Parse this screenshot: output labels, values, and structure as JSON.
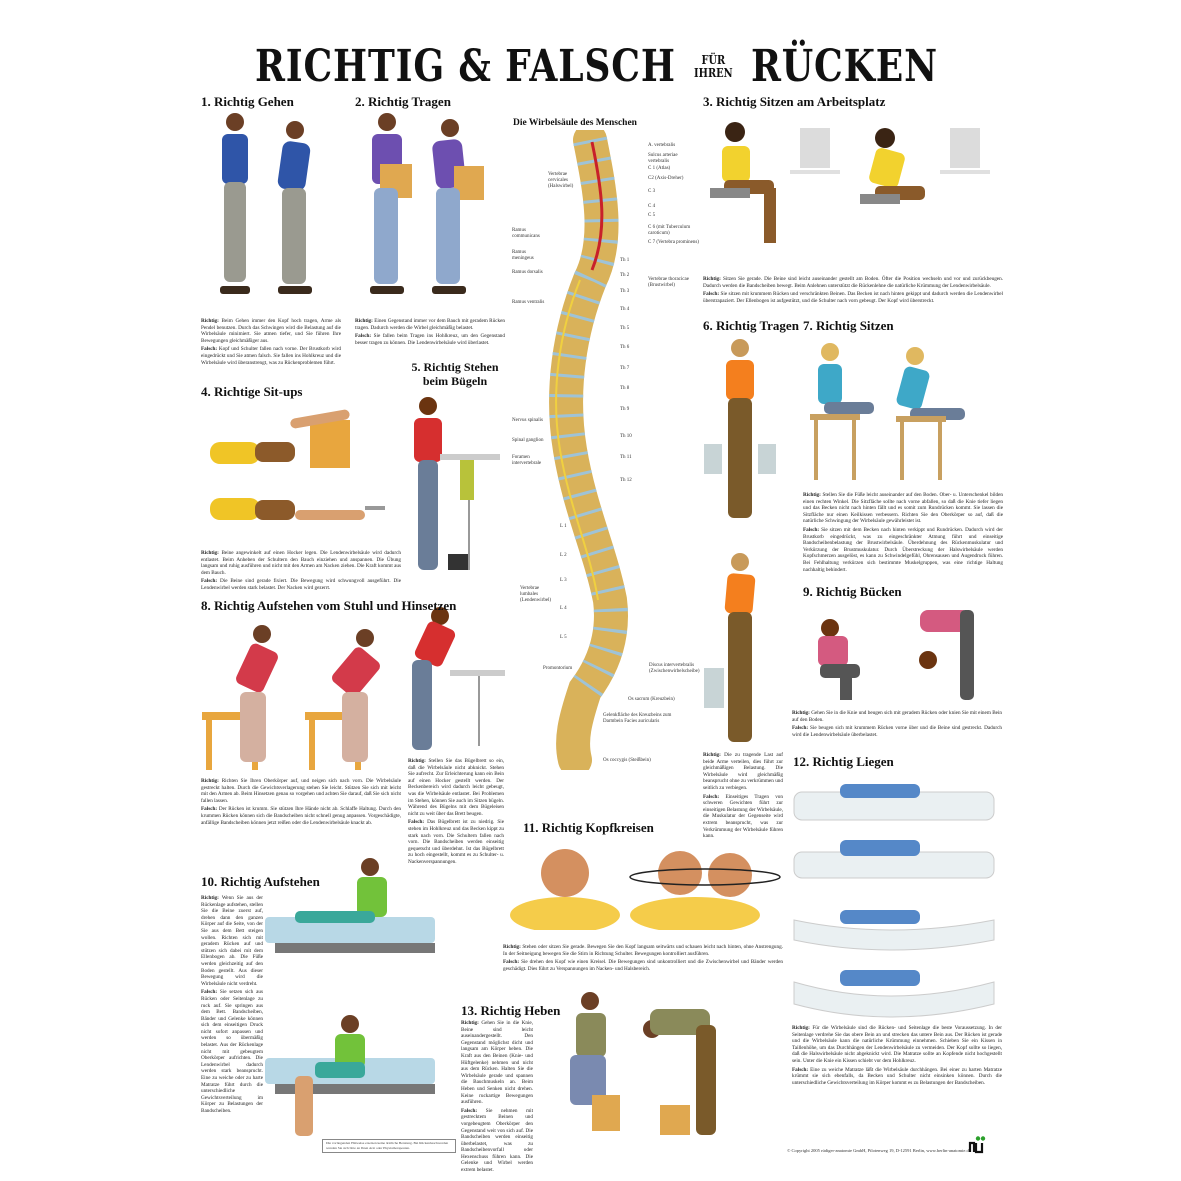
{
  "poster": {
    "title_left": "RICHTIG & FALSCH",
    "title_small_top": "FÜR",
    "title_small_bottom": "IHREN",
    "title_right": "RÜCKEN",
    "background_color": "#ffffff",
    "accent_colors": {
      "bone": "#d9b25a",
      "disc": "#9fc3d6",
      "nerve": "#f0d040",
      "artery": "#c8202a"
    }
  },
  "sections": [
    {
      "id": "1",
      "heading": "1. Richtig Gehen",
      "richtig_label": "Richtig:",
      "richtig": "Beim Gehen immer den Kopf hoch tragen, Arme als Pendel benutzen. Durch das Schwingen wird die Belastung auf die Wirbelsäule minimiert. Sie atmen tiefer, und Sie führen Ihre Bewegungen gleichmäßiger aus.",
      "falsch_label": "Falsch:",
      "falsch": "Kopf und Schulter fallen nach vorne. Der Brustkorb wird eingedrückt und Sie atmen falsch. Sie fallen ins Hohlkreuz und die Wirbelsäule wird überanstrengt, was zu Rückenproblemen führt."
    },
    {
      "id": "2",
      "heading": "2. Richtig Tragen",
      "richtig_label": "Richtig:",
      "richtig": "Einen Gegenstand immer vor dem Bauch mit geradem Rücken tragen. Dadurch werden die Wirbel gleichmäßig belastet.",
      "falsch_label": "Falsch:",
      "falsch": "Sie fallen beim Tragen ins Hohlkreuz, um den Gegenstand besser tragen zu können. Die Lendenwirbelsäule wird überlastet."
    },
    {
      "id": "3",
      "heading": "3. Richtig Sitzen am Arbeitsplatz",
      "richtig_label": "Richtig:",
      "richtig": "Sitzen Sie gerade. Die Beine sind leicht auseinander gestellt am Boden. Öfter die Position wechseln und vor und zurückbeugen. Dadurch werden die Bandscheiben bewegt. Beim Anlehnen unterstützt die Rückenlehne die natürliche Krümmung der Lendenwirbelsäule.",
      "falsch_label": "Falsch:",
      "falsch": "Sie sitzen mit krummem Rücken und verschränkten Beinen. Das Becken ist nach hinten gekippt und dadurch werden die Lendenwirbel überstrapaziert. Der Ellenbogen ist aufgestützt, und die Schulter nach vorn gebeugt. Der Kopf wird überstreckt."
    },
    {
      "id": "4",
      "heading": "4. Richtige Sit-ups",
      "richtig_label": "Richtig:",
      "richtig": "Beine angewinkelt auf einen Hocker legen. Die Lendenwirbelsäule wird dadurch entlastet. Beim Anheben der Schultern den Bauch einziehen und anspannen. Die Übung langsam und ruhig ausführen und nicht mit den Armen am Nacken ziehen. Die Kraft kommt aus dem Bauch.",
      "falsch_label": "Falsch:",
      "falsch": "Die Beine sind gerade fixiert. Die Bewegung wird schwungvoll ausgeführt. Die Lendenwirbel werden stark belastet. Der Nacken wird gezerrt."
    },
    {
      "id": "5",
      "heading": "5. Richtig Stehen beim Bügeln",
      "richtig_label": "Richtig:",
      "richtig": "Stellen Sie das Bügelbrett so ein, daß die Wirbelsäule nicht abknickt. Stehen Sie aufrecht. Zur Erleichterung kann ein Bein auf einen Hocker gestellt werden. Der Beckenbereich wird dadurch leicht gebeugt, was die Wirbelsäule entlastet. Bei Problemen im Stehen, können Sie auch im Sitzen bügeln. Während des Bügelns mit dem Bügeleisen nicht zu weit über das Brett beugen.",
      "falsch_label": "Falsch:",
      "falsch": "Das Bügelbrett ist zu niedrig. Sie stehen im Hohlkreuz und das Becken kippt zu stark nach vorn. Die Schultern fallen nach vorn. Die Bandscheiben werden einseitig gequetscht und überdehnt. Ist das Bügelbrett zu hoch eingestellt, kommt es zu Schulter- u. Nackenverspannungen."
    },
    {
      "id": "6",
      "heading": "6. Richtig Tragen",
      "richtig_label": "Richtig:",
      "richtig": "Die zu tragende Last auf beide Arme verteilen, dies führt zur gleichmäßigen Belastung. Die Wirbelsäule wird gleichmäßig beansprucht ohne zu verkrümmen und seitlich zu verbiegen.",
      "falsch_label": "Falsch:",
      "falsch": "Einseitiges Tragen von schweren Gewichten führt zur einseitigen Belastung der Wirbelsäule, die Muskulatur der Gegenseite wird extrem beansprucht, was zur Verkrümmung der Wirbelsäule führen kann."
    },
    {
      "id": "7",
      "heading": "7. Richtig Sitzen",
      "richtig_label": "Richtig:",
      "richtig": "Stellen Sie die Füße leicht auseinander auf den Boden. Ober- u. Unterschenkel bilden einen rechten Winkel. Die Sitzfläche sollte nach vorne abfallen, so daß die Knie tiefer liegen und das Becken nicht nach hinten fällt und es somit zum Rundrücken kommt. Sie lassen die Sitzfläche nur einen Keilkissen verbessern. Richten Sie den Oberkörper so auf, daß die natürliche Schwingung der Wirbelsäule gewährleistet ist.",
      "falsch_label": "Falsch:",
      "falsch": "Sie sitzen mit dem Becken nach hinten verkippt und Rundrücken. Dadurch wird der Brustkorb eingedrückt, was zu eingeschränkter Atmung führt und einseitige Bandscheibenbelastung der Brustwirbelsäule. Überdehnung des Rückenmuskulatur und Verkürzung der Brustmuskulatur. Durch Überstreckung der Halswirbelsäule werden Kopfschmerzen ausgelöst, es kann zu Schwindelgefühl, Ohrensausen und Augendruck führen. Bei Fehlhaltung verkürzen sich bestimmte Muskelgruppen, was eine richtige Haltung nachhaltig behindert."
    },
    {
      "id": "8",
      "heading": "8. Richtig Aufstehen vom Stuhl und Hinsetzen",
      "richtig_label": "Richtig:",
      "richtig": "Richten Sie Ihren Oberkörper auf, und neigen sich nach vorn. Die Wirbelsäule gestreckt halten. Durch die Gewichtsverlagerung stehen Sie leicht. Stützen Sie sich mit leicht mit den Armen ab. Beim Hinsetzen genau so vorgehen und achten Sie darauf, daß Sie sich nicht fallen lassen.",
      "falsch_label": "Falsch:",
      "falsch": "Der Rücken ist krumm. Sie stützen Ihre Hände nicht ab. Schlaffe Haltung. Durch den krummen Rücken können sich die Bandscheiben nicht schnell genug anpassen. Vorgeschädigte, anfällige Bandscheiben können jetzt reißen oder die Lendenwirbelsäule knackt ab."
    },
    {
      "id": "9",
      "heading": "9. Richtig Bücken",
      "richtig_label": "Richtig:",
      "richtig": "Gehen Sie in die Knie und beugen sich mit geradem Rücken oder knien Sie mit einem Bein auf den Boden.",
      "falsch_label": "Falsch:",
      "falsch": "Sie beugen sich mit krummem Rücken vorne über und die Beine sind gestreckt. Dadurch wird die Lendenwirbelsäule überbelastet."
    },
    {
      "id": "10",
      "heading": "10. Richtig Aufstehen",
      "richtig_label": "Richtig:",
      "richtig": "Wenn Sie aus der Rückenlage aufstehen, stellen Sie die Beine zuerst auf, drehen dann den ganzen Körper auf die Seite, von der Sie aus dem Bett steigen wollen. Richten sich mit geradem Rücken auf und stützen sich dabei mit dem Ellenbogen ab. Die Füße werden gleichzeitig auf den Boden gestellt. Aus dieser Bewegung wird die Wirbelsäule nicht verdreht.",
      "falsch_label": "Falsch:",
      "falsch": "Sie setzen sich aus Rücken oder Seitenlage zu ruck auf. Sie springen aus dem Bett. Bandscheiben, Bänder und Gelenke können sich dem einseitigen Druck nicht sofort anpassen und werden so übermäßig belastet. Aus der Rückenlage nicht mit gebeugtem Oberkörper aufrichten. Die Lendenwirbel dadurch werden stark beansprucht. Eine zu weiche oder zu harte Matratze führt durch die unterschiedliche Gewichtsverteilung im Körper zu Belastungen der Bandscheiben."
    },
    {
      "id": "11",
      "heading": "11. Richtig Kopfkreisen",
      "richtig_label": "Richtig:",
      "richtig": "Stehen oder sitzen Sie gerade. Bewegen Sie den Kopf langsam seitwärts und schauen leicht nach hinten, ohne Anstrengung. In der Seitneigung bewegen Sie die Stirn in Richtung Schulter. Bewegungen kontrolliert ausführen.",
      "falsch_label": "Falsch:",
      "falsch": "Sie drehen den Kopf wie einen Kreisel. Die Bewegungen sind unkontrolliert und die Zwischenwirbel und Bänder werden geschädigt. Dies führt zu Verspannungen im Nacken- und Halsbereich."
    },
    {
      "id": "12",
      "heading": "12. Richtig Liegen",
      "richtig_label": "Richtig:",
      "richtig": "Für die Wirbelsäule sind die Rücken- und Seitenlage die beste Voraussetzung. In der Seitenlage verdrehe Sie das obere Bein an und strecken das untere Bein aus. Der Rücken ist gerade und die Wirbelsäule kann die natürliche Krümmung einnehmen. Schieben Sie ein Kissen in Taillenhöhe, um das Durchhängen der Lendenwirbelsäule zu vermeiden. Der Kopf sollte so liegen, daß die Halswirbelsäule nicht abgeknickt wird. Die Matratze sollte an Kopfende nicht hochgestellt sein. Unter die Knie ein Kissen schiebt vor dem Hohlkreuz.",
      "falsch_label": "Falsch:",
      "falsch": "Eine zu weiche Matratze läßt die Wirbelsäule durchhängen. Bei einer zu harten Matratze krümmt sie sich ebenfalls, da Becken und Schulter nicht einsinken können. Durch die unterschiedliche Gewichtsverteilung im Körper kommt es zu Belastungen der Bandscheiben."
    },
    {
      "id": "13",
      "heading": "13. Richtig Heben",
      "richtig_label": "Richtig:",
      "richtig": "Gehen Sie in die Knie, Beine sind leicht auseinandergestellt. Den Gegenstand möglichst dicht und langsam am Körper heben. Die Kraft aus den Beinen (Knie- und Hüftgelenke) nehmen und nicht aus dem Rücken. Halten Sie die Wirbelsäule gerade und spannen die Bauchmuskeln an. Beim Heben und Senken nicht drehen. Keine ruckartige Bewegungen ausführen.",
      "falsch_label": "Falsch:",
      "falsch": "Sie nehmen mit gestrecktem Beinen und vorgebeugtem Oberkörper den Gegenstand weit von sich auf. Die Bandscheiben werden einseitig überbelastet, was zu Bandscheibenvorfall oder Hexenschuss führen kann. Die Gelenke und Wirbel werden extrem belastet."
    }
  ],
  "spine": {
    "heading": "Die Wirbelsäule des Menschen",
    "labels_right": [
      "A. vertebralis",
      "Sulcus arteriae vertebralis",
      "C 1 (Atlas)",
      "C2 (Axis-Dreher)",
      "C 3",
      "C 4",
      "C 5",
      "C 6 (mit Tuberculum caroticum)",
      "C 7 (Vertebra prominens)"
    ],
    "thoracic_labels": [
      "Th 1",
      "Th 2",
      "Th 3",
      "Th 4",
      "Th 5",
      "Th 6",
      "Th 7",
      "Th 8",
      "Th 9",
      "Th 10",
      "Th 11",
      "Th 12"
    ],
    "thoracic_group": "Vertebrae thoracicae (Brustwirbel)",
    "cervical_group": "Vertebrae cervicales (Halswirbel)",
    "labels_left": [
      "Ramus communicans",
      "Ramus meningeus",
      "Ramus dorsalis",
      "Ramus ventralis",
      "Nervus spinalis",
      "Spinal ganglion",
      "Foramen intervertebrale"
    ],
    "lumbar_labels": [
      "L 1",
      "L 2",
      "L 3",
      "L 4",
      "L 5"
    ],
    "lumbar_group": "Vertebrae lumbales (Lendenwirbel)",
    "labels_bottom": [
      "Promontorium",
      "Discus intervertebralis (Zwischenwirbelscheibe)",
      "Os sacrum (Kreuzbein)",
      "Gelenkfläche des Kreuzbeins zum Darmbein Facies auricularis",
      "Os coccygis (Steißbein)"
    ]
  },
  "footer": {
    "copyright": "© Copyright 2005 rüdiger-anatomie GmbH, Pilotenweg 19, D-12591 Berlin, www.berlin-anatomie.de",
    "logo_text": "rüdiger",
    "note_box": "Die vorliegenden Hinweise ersetzen keine ärztliche Beratung. Bei Rückenbeschwerden wenden Sie sich bitte an Ihren Arzt oder Physiotherapeuten."
  }
}
